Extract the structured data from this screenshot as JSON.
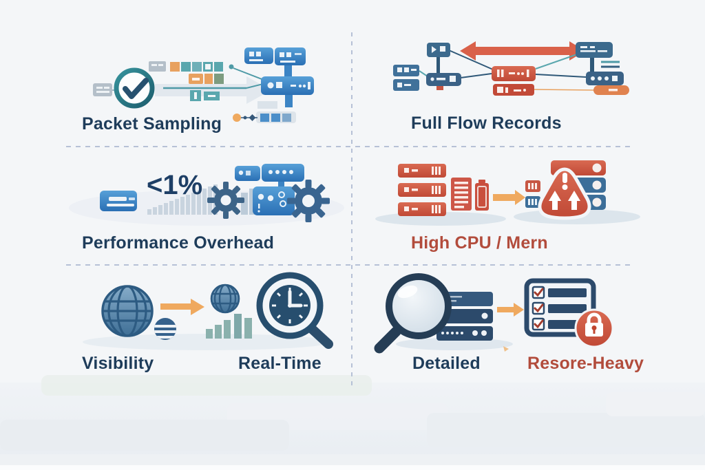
{
  "palette": {
    "background": "#f4f6f8",
    "divider": "#b6c1d6",
    "navy_text": "#1e3c5a",
    "red_text": "#b24c3c",
    "blue": "#2f7dc0",
    "steel_blue": "#3c6a8d",
    "dark_navy": "#274e6e",
    "teal": "#5aa7ae",
    "green": "#7d9c80",
    "orange": "#efa95f",
    "red": "#cc5240"
  },
  "cells": {
    "top_left": {
      "label": "Packet Sampling"
    },
    "top_right": {
      "label": "Full Flow Records"
    },
    "mid_left": {
      "label": "Performance Overhead",
      "stat": "<1%"
    },
    "mid_right": {
      "label": "High CPU / Mern"
    },
    "bottom_left": {
      "label_left": "Visibility",
      "label_right": "Real-Time"
    },
    "bottom_right": {
      "label_left": "Detailed",
      "label_right": "Resore-Heavy"
    }
  }
}
